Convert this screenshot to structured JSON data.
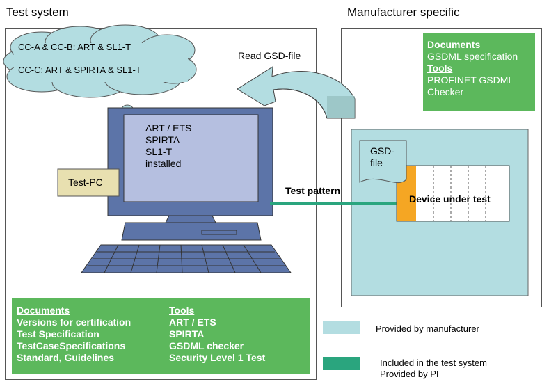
{
  "left_section": {
    "title": "Test system",
    "cloud_lines": [
      "CC-A & CC-B: ART & SL1-T",
      "CC-C: ART & SPIRTA & SL1-T"
    ],
    "screen_lines": [
      "ART / ETS",
      "SPIRTA",
      "SL1-T",
      "installed"
    ],
    "testpc_label": "Test-PC",
    "read_label": "Read GSD-file",
    "test_pattern_label": "Test pattern",
    "docs": {
      "heading": "Documents",
      "items": [
        "Versions for certification",
        "Test Specification",
        "TestCaseSpecifications",
        "Standard, Guidelines"
      ]
    },
    "tools": {
      "heading": "Tools",
      "items": [
        "ART / ETS",
        "SPIRTA",
        "GSDML checker",
        "Security Level 1 Test"
      ]
    }
  },
  "right_section": {
    "title": "Manufacturer specific",
    "docs_heading": "Documents",
    "docs_item": "GSDML specification",
    "tools_heading": "Tools",
    "tools_lines": [
      "PROFINET GSDML",
      "Checker"
    ],
    "gsd_file_lines": [
      "GSD-",
      "file"
    ],
    "device_label": "Device under test"
  },
  "legend": {
    "items": [
      {
        "lines": [
          "Provided by manufacturer"
        ],
        "color": "#b3dde1"
      },
      {
        "lines": [
          "Included in the test system",
          "Provided by PI"
        ],
        "color": "#2aa57e"
      }
    ]
  },
  "colors": {
    "light_blue": "#b3dde1",
    "green": "#5cb85c",
    "teal_green": "#2aa57e",
    "monitor_blue": "#5c74a8",
    "screen_blue": "#b5bfe0",
    "orange": "#f5a623",
    "testpc_tan": "#e8e0b0"
  }
}
